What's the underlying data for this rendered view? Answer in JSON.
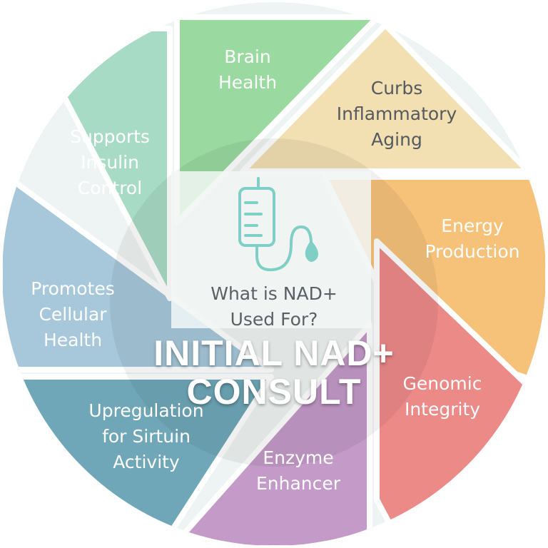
{
  "center": {
    "question": "What is NAD+\nUsed For?",
    "icon": "iv-bag-icon"
  },
  "overlay": {
    "title": "INITIAL NAD+\nCONSULT"
  },
  "segments": [
    {
      "id": "brain",
      "label": "Brain\nHealth",
      "color": "#9ad9a0",
      "text_style": "light"
    },
    {
      "id": "inflammatory",
      "label": "Curbs\nInflammatory\nAging",
      "color": "#f2dfb2",
      "text_style": "dark"
    },
    {
      "id": "energy",
      "label": "Energy\nProduction",
      "color": "#f6c27a",
      "text_style": "light"
    },
    {
      "id": "genomic",
      "label": "Genomic\nIntegrity",
      "color": "#ec8a88",
      "text_style": "light"
    },
    {
      "id": "enzyme",
      "label": "Enzyme\nEnhancer",
      "color": "#c49ac8",
      "text_style": "light"
    },
    {
      "id": "sirtuin",
      "label": "Upregulation\nfor Sirtuin\nActivity",
      "color": "#6fa7b8",
      "text_style": "light"
    },
    {
      "id": "cellular",
      "label": "Promotes\nCellular\nHealth",
      "color": "#a6c8da",
      "text_style": "light"
    },
    {
      "id": "insulin",
      "label": "Supports\nInsulin\nControl",
      "color": "#a8dbc6",
      "text_style": "light"
    }
  ]
}
